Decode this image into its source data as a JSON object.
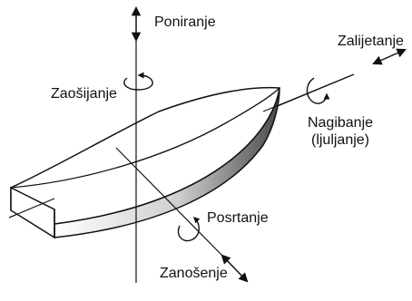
{
  "labels": {
    "poniranje": "Poniranje",
    "zalijetanje": "Zalijetanje",
    "zaosijanje": "Zaošijanje",
    "nagibanje_line1": "Nagibanje",
    "nagibanje_line2": "(ljuljanje)",
    "posrtanje": "Posrtanje",
    "zanosenje": "Zanošenje"
  },
  "colors": {
    "line": "#111111",
    "hull_dark": "#555555",
    "hull_light": "#ffffff"
  }
}
